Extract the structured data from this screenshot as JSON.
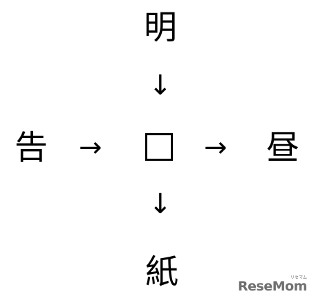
{
  "puzzle": {
    "top_char": "明",
    "left_char": "告",
    "right_char": "昼",
    "bottom_char": "紙",
    "arrow_down": "↓",
    "arrow_right": "→",
    "blank_square": ""
  },
  "logo": {
    "main_text": "ReseMom",
    "sub_text": "リセマム",
    "color": "#6f6f6f"
  },
  "colors": {
    "text": "#000000",
    "background": "#ffffff"
  }
}
